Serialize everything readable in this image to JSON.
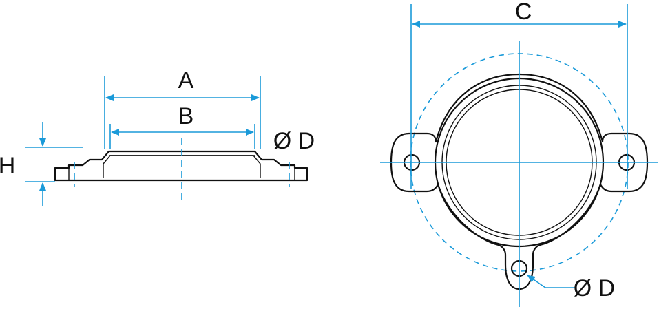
{
  "labels": {
    "a": "A",
    "b": "B",
    "c": "C",
    "h": "H",
    "d_side": "Ø D",
    "d_top": "Ø D"
  },
  "colors": {
    "outline": "#111111",
    "dimension": "#1a9ad9"
  }
}
